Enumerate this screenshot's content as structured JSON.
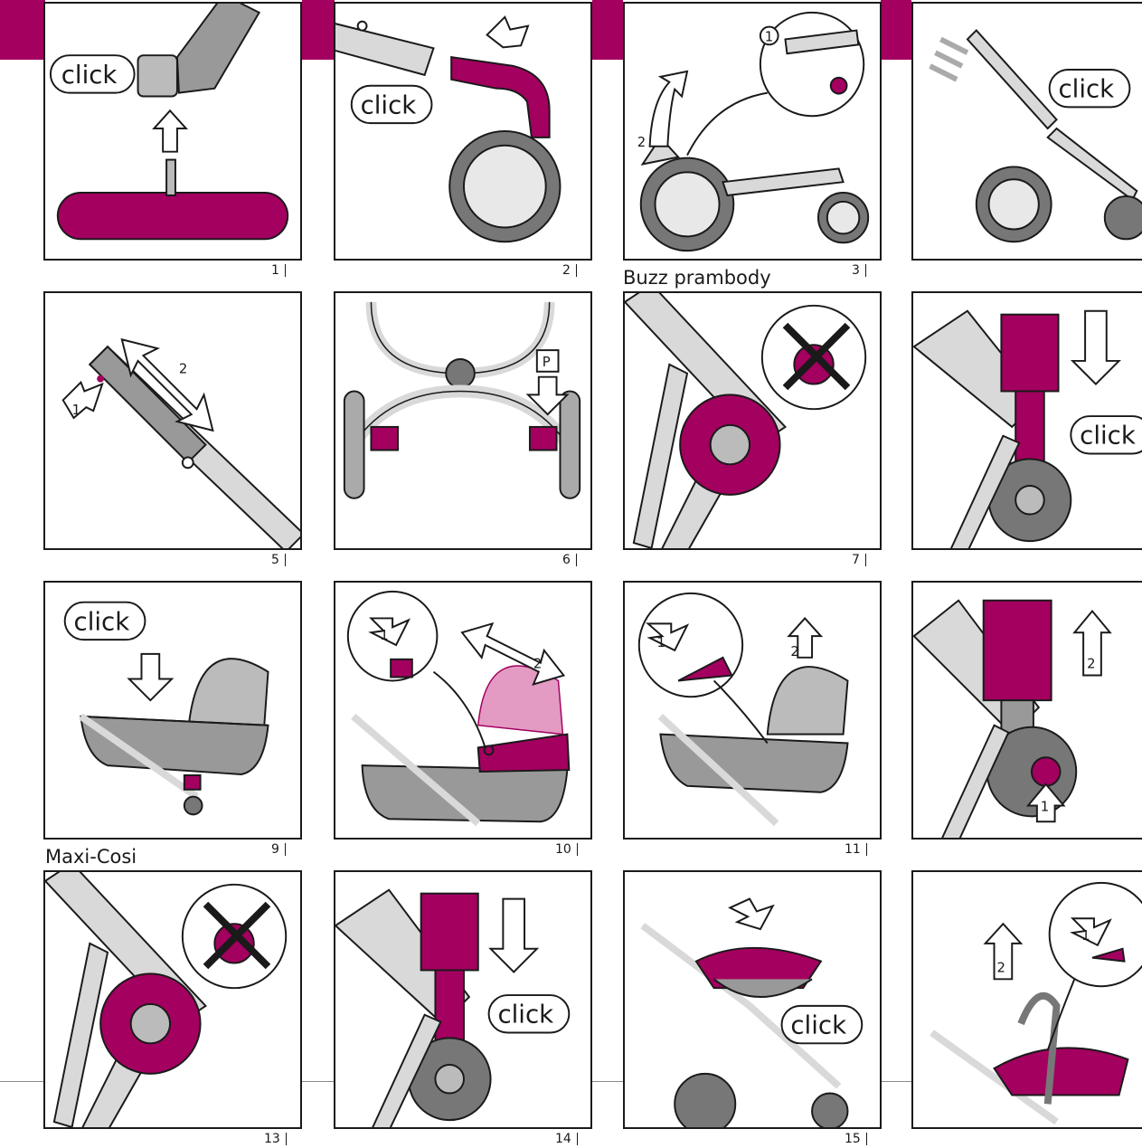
{
  "colors": {
    "accent": "#a3005f",
    "frame": "#d9d9d9",
    "dark": "#777777",
    "light_accent": "#e39ac3"
  },
  "click_label": "click",
  "panels": [
    {
      "number": "1",
      "caption": ""
    },
    {
      "number": "2",
      "caption": ""
    },
    {
      "number": "3",
      "caption": "Buzz prambody"
    },
    {
      "number": "",
      "caption": ""
    },
    {
      "number": "5",
      "caption": ""
    },
    {
      "number": "6",
      "caption": ""
    },
    {
      "number": "7",
      "caption": ""
    },
    {
      "number": "",
      "caption": ""
    },
    {
      "number": "9",
      "caption": "Maxi-Cosi"
    },
    {
      "number": "10",
      "caption": ""
    },
    {
      "number": "11",
      "caption": ""
    },
    {
      "number": "",
      "caption": ""
    },
    {
      "number": "13",
      "caption": ""
    },
    {
      "number": "14",
      "caption": ""
    },
    {
      "number": "15",
      "caption": ""
    },
    {
      "number": "",
      "caption": ""
    }
  ],
  "step_markers": {
    "one": "1",
    "two": "2",
    "park": "P"
  }
}
